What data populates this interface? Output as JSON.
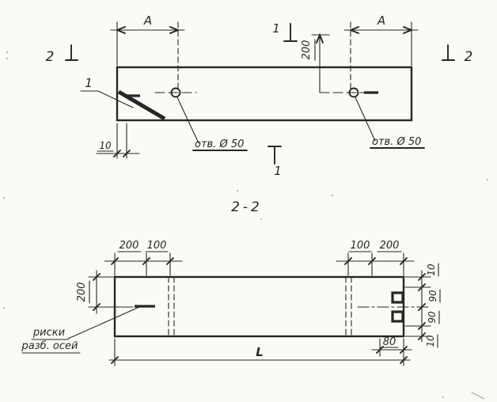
{
  "colors": {
    "ink": "#262626",
    "paper": "#fbfaf6"
  },
  "plan_view": {
    "dim_a_left": "A",
    "dim_a_right": "A",
    "section_2_left": "2",
    "section_2_right": "2",
    "section_1_top": "1",
    "section_1_bottom": "1",
    "detail_label": "1",
    "dim_200": "200",
    "hole_label_left": "отв. Ø 50",
    "hole_label_right": "отв. Ø 50",
    "dim_10": "10"
  },
  "section_view": {
    "title": "2-2",
    "top_dims_left": {
      "d200": "200",
      "d100": "100"
    },
    "top_dims_right": {
      "d100": "100",
      "d200": "200"
    },
    "height_dim": "200",
    "right_dims": {
      "d10_top": "10",
      "d90_top": "90",
      "d90_bottom": "90",
      "d10_bottom": "10"
    },
    "dim_80": "80",
    "length_dim": "L",
    "note_line1": "риски",
    "note_line2": "разб. осей"
  }
}
